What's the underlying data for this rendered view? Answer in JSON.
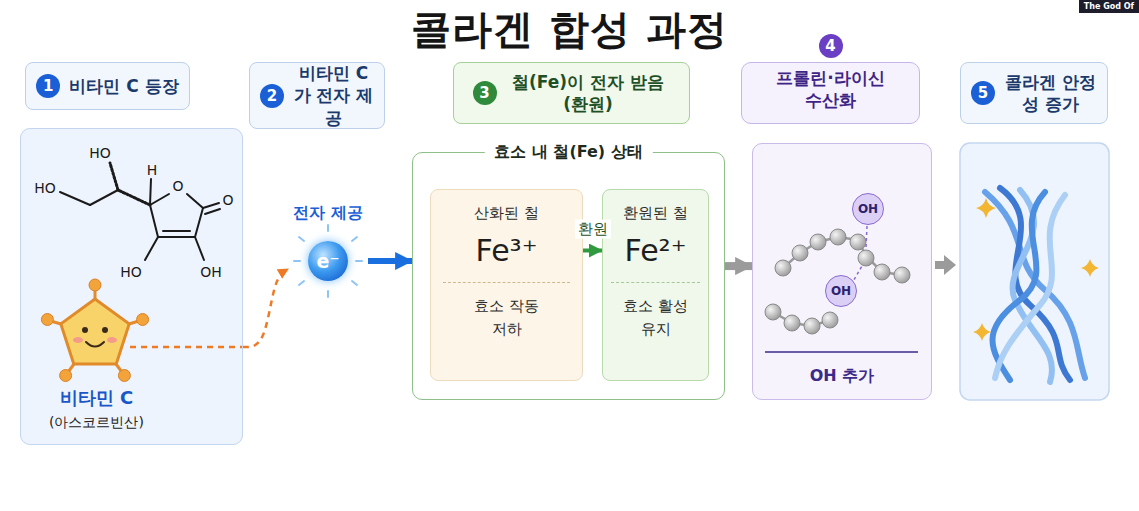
{
  "diagram": {
    "title": "콜라겐 합성 과정",
    "nodes": [
      {
        "text": [
          "1",
          "비타민 C 등장"
        ]
      },
      {
        "text": [
          "2",
          "비타민 C가 전자 제공"
        ]
      },
      {
        "text": [
          "3",
          "철(Fe)이 전자 받음 (환원)"
        ]
      },
      {
        "text": [
          "4",
          "프롤린·라이신 수산화"
        ]
      },
      {
        "text": [
          "5",
          "콜라겐 안정성 증가"
        ]
      },
      {
        "text": [
          "비타민 C",
          "(아스코르빈산)"
        ]
      },
      {
        "text": [
          "전자 제공",
          "e⁻"
        ]
      },
      {
        "text": [
          "효소 내 철(Fe) 상태"
        ]
      },
      {
        "text": [
          "산화된 철",
          "Fe³⁺",
          "효소 작동 저하"
        ],
        "in": 7
      },
      {
        "text": [
          "환원된 철",
          "Fe²⁺",
          "효소 활성 유지"
        ],
        "in": 7
      },
      {
        "text": [
          "OH 추가"
        ]
      },
      {
        "text": [
          "OH"
        ],
        "in": 10
      },
      {
        "text": [
          "OH"
        ],
        "in": 10
      }
    ],
    "edges": [
      {
        "from": 5,
        "to": 6,
        "arrow": "to"
      },
      {
        "from": 6,
        "to": 7,
        "arrow": "to"
      },
      {
        "from": 8,
        "to": 9,
        "label": "환원",
        "arrow": "to"
      },
      {
        "from": 7,
        "to": 10,
        "arrow": "to"
      }
    ],
    "labels": [
      "HO",
      "HO",
      "H",
      "O",
      "O",
      "HO",
      "OH",
      "The God Of"
    ]
  }
}
